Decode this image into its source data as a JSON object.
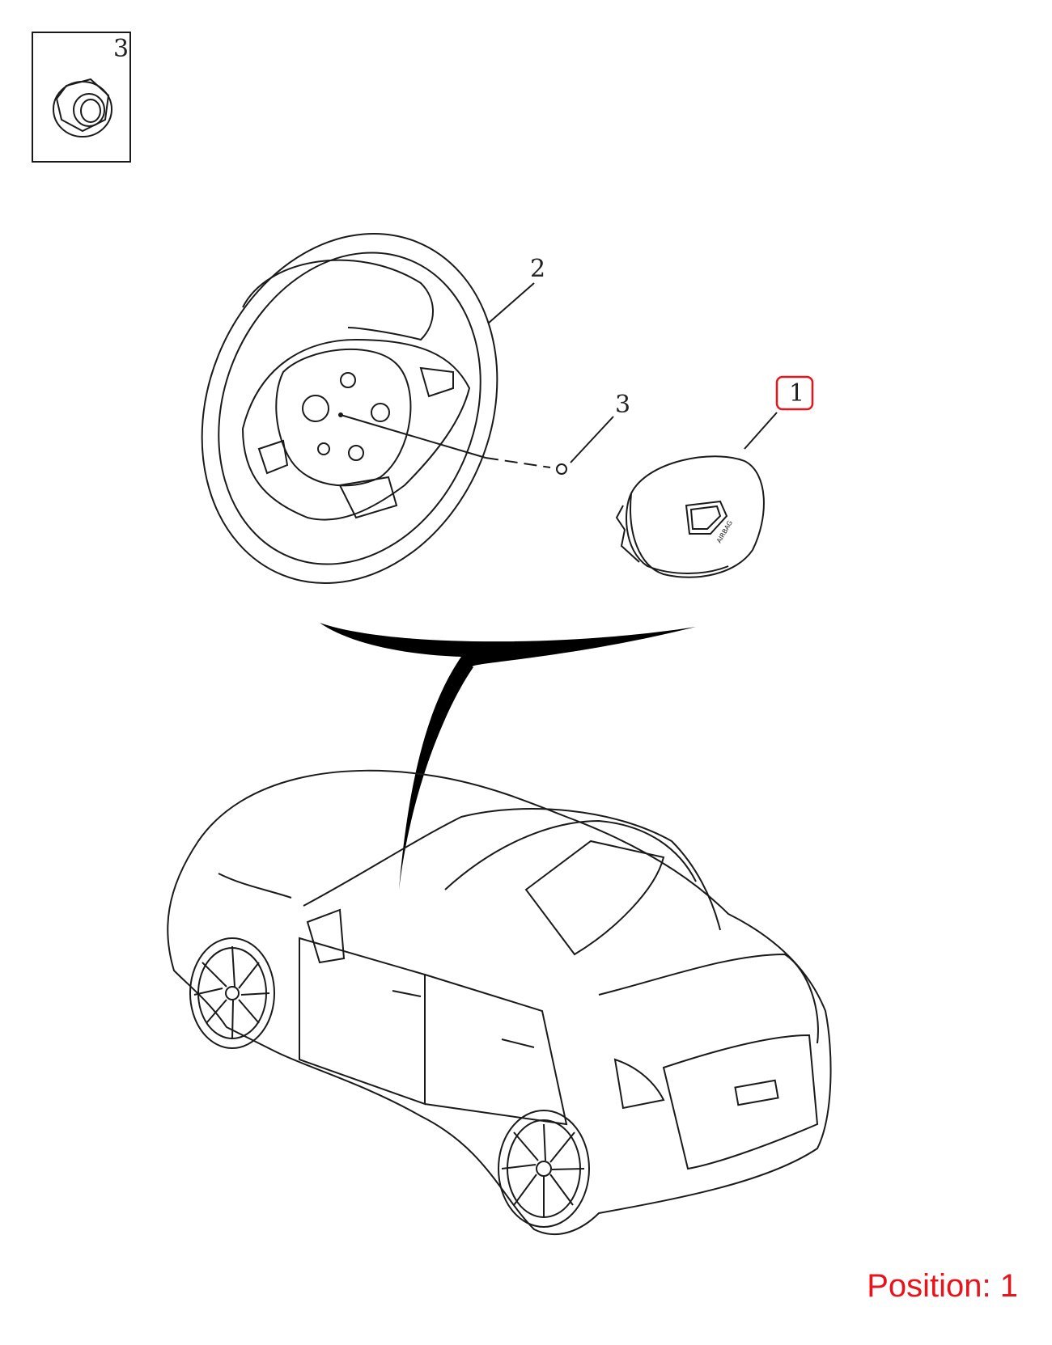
{
  "inset": {
    "callout": "3"
  },
  "callouts": {
    "wheel": "2",
    "nut": "3",
    "airbag": "1"
  },
  "airbag_text": "AIRBAG",
  "position_text": "Position: 1",
  "colors": {
    "highlight": "#e8141b",
    "line": "#1a1a1a"
  }
}
